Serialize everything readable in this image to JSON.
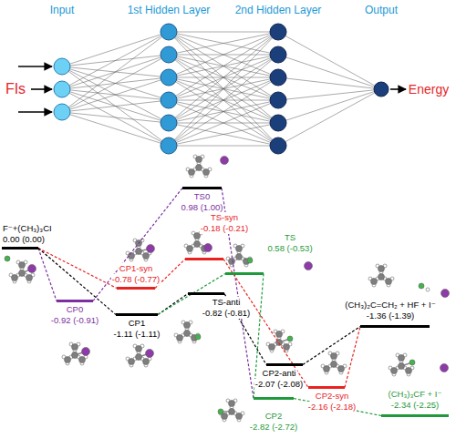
{
  "diagram": {
    "nodes": [
      {
        "text": [
          "F⁻+(CH₃)₃CI",
          "0.00 (0.00)"
        ]
      },
      {
        "text": [
          "CP0",
          "-0.92 (-0.91)"
        ]
      },
      {
        "text": [
          "CP1-syn",
          "-0.78 (-0.77)"
        ]
      },
      {
        "text": [
          "CP1",
          "-1.11 (-1.11)"
        ]
      },
      {
        "text": [
          "TS0",
          "0.98 (1.00)"
        ]
      },
      {
        "text": [
          "TS-syn",
          "-0.18 (-0.21)"
        ]
      },
      {
        "text": [
          "TS",
          "0.58 (-0.53)"
        ]
      },
      {
        "text": [
          "TS-anti",
          "-0.82 (-0.81)"
        ]
      },
      {
        "text": [
          "CP2-anti",
          "-2.07 (-2.08)"
        ]
      },
      {
        "text": [
          "CP2-syn",
          "-2.16 (-2.18)"
        ]
      },
      {
        "text": [
          "CP2",
          "-2.82 (-2.72)"
        ]
      },
      {
        "text": [
          "(CH₃)₂C=CH₂ + HF + I⁻",
          "-1.36 (-1.39)"
        ]
      },
      {
        "text": [
          "(CH₃)₃CF + I⁻",
          "-2.34 (-2.25)"
        ]
      }
    ],
    "edges": [
      {
        "from": 0,
        "to": 1,
        "arrow": "none"
      },
      {
        "from": 1,
        "to": 4,
        "arrow": "none"
      },
      {
        "from": 4,
        "to": 10,
        "arrow": "none"
      },
      {
        "from": 0,
        "to": 2,
        "arrow": "none"
      },
      {
        "from": 2,
        "to": 5,
        "arrow": "none"
      },
      {
        "from": 5,
        "to": 9,
        "arrow": "none"
      },
      {
        "from": 9,
        "to": 11,
        "arrow": "none"
      },
      {
        "from": 0,
        "to": 3,
        "arrow": "none"
      },
      {
        "from": 3,
        "to": 7,
        "arrow": "none"
      },
      {
        "from": 7,
        "to": 8,
        "arrow": "none"
      },
      {
        "from": 8,
        "to": 11,
        "arrow": "none"
      },
      {
        "from": 3,
        "to": 6,
        "arrow": "none"
      },
      {
        "from": 6,
        "to": 10,
        "arrow": "none"
      },
      {
        "from": 10,
        "to": 12,
        "arrow": "none"
      }
    ],
    "labels": [
      "Input",
      "1st Hidden Layer",
      "2nd Hidden Layer",
      "Output",
      "FIs",
      "Energy"
    ]
  }
}
